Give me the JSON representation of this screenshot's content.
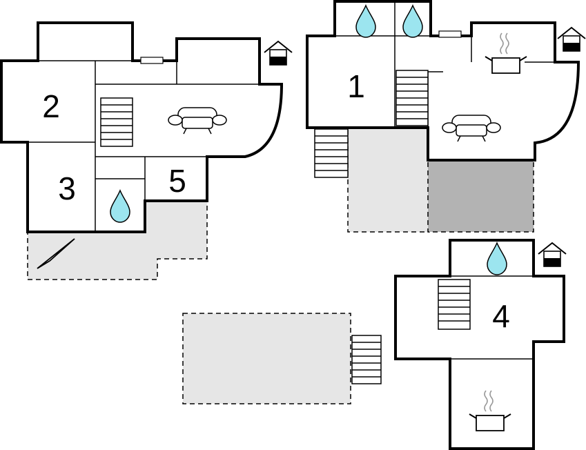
{
  "colors": {
    "wall": "#000000",
    "floor": "#ffffff",
    "terrace": "#e6e6e6",
    "terrace_dark": "#b3b3b3",
    "water": "#9ce5ef"
  },
  "rooms": [
    {
      "id": "room-1",
      "number": "1"
    },
    {
      "id": "room-2",
      "number": "2"
    },
    {
      "id": "room-3",
      "number": "3"
    },
    {
      "id": "room-4",
      "number": "4"
    },
    {
      "id": "room-5",
      "number": "5"
    }
  ],
  "icons": [
    "house-icon",
    "water-drop-icon",
    "sofa-icon",
    "cooking-pot-icon",
    "stairs",
    "window",
    "compass-arrow-icon"
  ]
}
